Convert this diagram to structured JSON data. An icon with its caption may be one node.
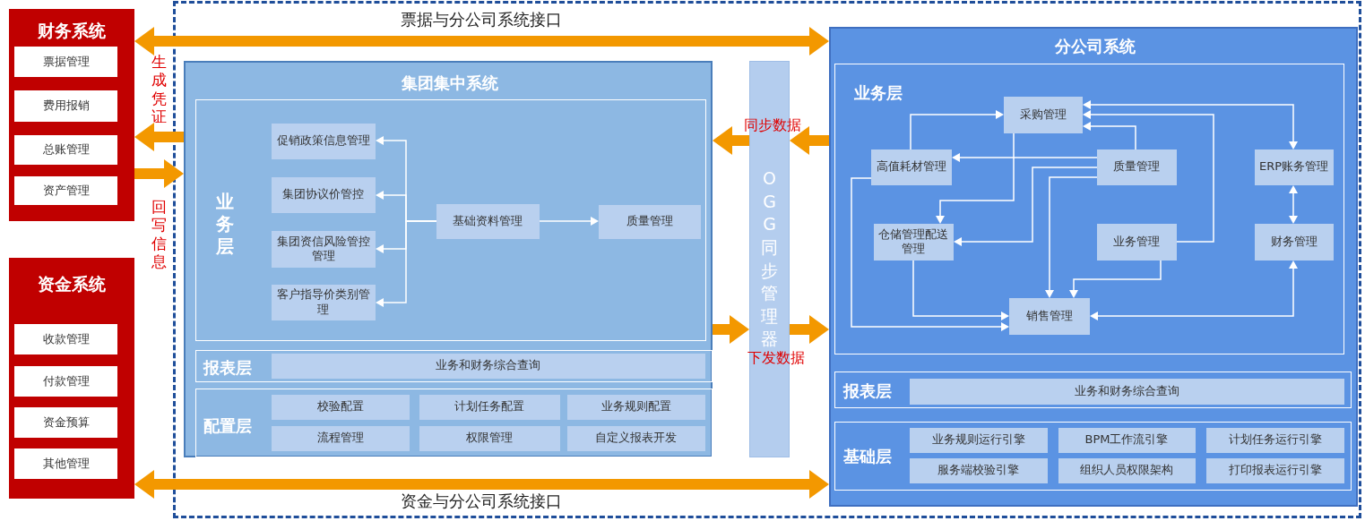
{
  "diagram": {
    "nodes": [
      {
        "text": [
          "财务系统"
        ]
      },
      {
        "text": [
          "票据管理"
        ],
        "in": 0
      },
      {
        "text": [
          "费用报销"
        ],
        "in": 0
      },
      {
        "text": [
          "总账管理"
        ],
        "in": 0
      },
      {
        "text": [
          "资产管理"
        ],
        "in": 0
      },
      {
        "text": [
          "资金系统"
        ]
      },
      {
        "text": [
          "收款管理"
        ],
        "in": 5
      },
      {
        "text": [
          "付款管理"
        ],
        "in": 5
      },
      {
        "text": [
          "资金预算"
        ],
        "in": 5
      },
      {
        "text": [
          "其他管理"
        ],
        "in": 5
      },
      {
        "text": [
          "集团集中系统"
        ]
      },
      {
        "text": [
          "业务层"
        ],
        "in": 10
      },
      {
        "text": [
          "促销政策信息管理"
        ],
        "in": 11
      },
      {
        "text": [
          "集团协议价管控"
        ],
        "in": 11
      },
      {
        "text": [
          "集团资信风险管控管理"
        ],
        "in": 11
      },
      {
        "text": [
          "客户指导价类别管理"
        ],
        "in": 11
      },
      {
        "text": [
          "基础资料管理"
        ],
        "in": 11
      },
      {
        "text": [
          "质量管理"
        ],
        "in": 11
      },
      {
        "text": [
          "报表层"
        ],
        "in": 10
      },
      {
        "text": [
          "业务和财务综合查询"
        ],
        "in": 18
      },
      {
        "text": [
          "配置层"
        ],
        "in": 10
      },
      {
        "text": [
          "校验配置"
        ],
        "in": 20
      },
      {
        "text": [
          "计划任务配置"
        ],
        "in": 20
      },
      {
        "text": [
          "业务规则配置"
        ],
        "in": 20
      },
      {
        "text": [
          "流程管理"
        ],
        "in": 20
      },
      {
        "text": [
          "权限管理"
        ],
        "in": 20
      },
      {
        "text": [
          "自定义报表开发"
        ],
        "in": 20
      },
      {
        "text": [
          "OGG同步管理器"
        ]
      },
      {
        "text": [
          "分公司系统"
        ]
      },
      {
        "text": [
          "业务层"
        ],
        "in": 28
      },
      {
        "text": [
          "采购管理"
        ],
        "in": 29
      },
      {
        "text": [
          "高值耗材管理"
        ],
        "in": 29
      },
      {
        "text": [
          "质量管理"
        ],
        "in": 29
      },
      {
        "text": [
          "ERP账务管理"
        ],
        "in": 29
      },
      {
        "text": [
          "仓储管理配送管理"
        ],
        "in": 29
      },
      {
        "text": [
          "业务管理"
        ],
        "in": 29
      },
      {
        "text": [
          "财务管理"
        ],
        "in": 29
      },
      {
        "text": [
          "销售管理"
        ],
        "in": 29
      },
      {
        "text": [
          "报表层"
        ],
        "in": 28
      },
      {
        "text": [
          "业务和财务综合查询"
        ],
        "in": 38
      },
      {
        "text": [
          "基础层"
        ],
        "in": 28
      },
      {
        "text": [
          "业务规则运行引擎"
        ],
        "in": 40
      },
      {
        "text": [
          "BPM工作流引擎"
        ],
        "in": 40
      },
      {
        "text": [
          "计划任务运行引擎"
        ],
        "in": 40
      },
      {
        "text": [
          "服务端校验引擎"
        ],
        "in": 40
      },
      {
        "text": [
          "组织人员权限架构"
        ],
        "in": 40
      },
      {
        "text": [
          "打印报表运行引擎"
        ],
        "in": 40
      }
    ],
    "edges": [
      {
        "from": 0,
        "to": 28,
        "arrow": "both",
        "label": "票据与分公司系统接口",
        "style": "thick",
        "color": "#f39800"
      },
      {
        "from": 10,
        "to": 0,
        "arrow": "to",
        "label": "生成凭证",
        "style": "thick",
        "color": "#f39800"
      },
      {
        "from": 0,
        "to": 10,
        "arrow": "to",
        "label": "回写信息",
        "style": "thick",
        "color": "#f39800"
      },
      {
        "from": 5,
        "to": 28,
        "arrow": "both",
        "label": "资金与分公司系统接口",
        "style": "thick",
        "color": "#f39800"
      },
      {
        "from": 28,
        "to": 27,
        "arrow": "to",
        "label": "同步数据",
        "style": "thick",
        "color": "#f39800"
      },
      {
        "from": 27,
        "to": 10,
        "arrow": "to",
        "style": "thick",
        "color": "#f39800"
      },
      {
        "from": 10,
        "to": 27,
        "arrow": "to",
        "style": "thick",
        "color": "#f39800"
      },
      {
        "from": 27,
        "to": 28,
        "arrow": "to",
        "label": "下发数据",
        "style": "thick",
        "color": "#f39800"
      },
      {
        "from": 16,
        "to": 12,
        "arrow": "to"
      },
      {
        "from": 16,
        "to": 13,
        "arrow": "to"
      },
      {
        "from": 16,
        "to": 14,
        "arrow": "to"
      },
      {
        "from": 16,
        "to": 15,
        "arrow": "to"
      },
      {
        "from": 16,
        "to": 17,
        "arrow": "to"
      },
      {
        "from": 31,
        "to": 30,
        "arrow": "to"
      },
      {
        "from": 30,
        "to": 34,
        "arrow": "to"
      },
      {
        "from": 32,
        "to": 31,
        "arrow": "to"
      },
      {
        "from": 32,
        "to": 34,
        "arrow": "to"
      },
      {
        "from": 32,
        "to": 37,
        "arrow": "to"
      },
      {
        "from": 32,
        "to": 30,
        "arrow": "to"
      },
      {
        "from": 35,
        "to": 30,
        "arrow": "to"
      },
      {
        "from": 35,
        "to": 37,
        "arrow": "to"
      },
      {
        "from": 34,
        "to": 37,
        "arrow": "to"
      },
      {
        "from": 31,
        "to": 37,
        "arrow": "to"
      },
      {
        "from": 30,
        "to": 33,
        "arrow": "both"
      },
      {
        "from": 33,
        "to": 36,
        "arrow": "both"
      },
      {
        "from": 36,
        "to": 37,
        "arrow": "both"
      }
    ]
  }
}
